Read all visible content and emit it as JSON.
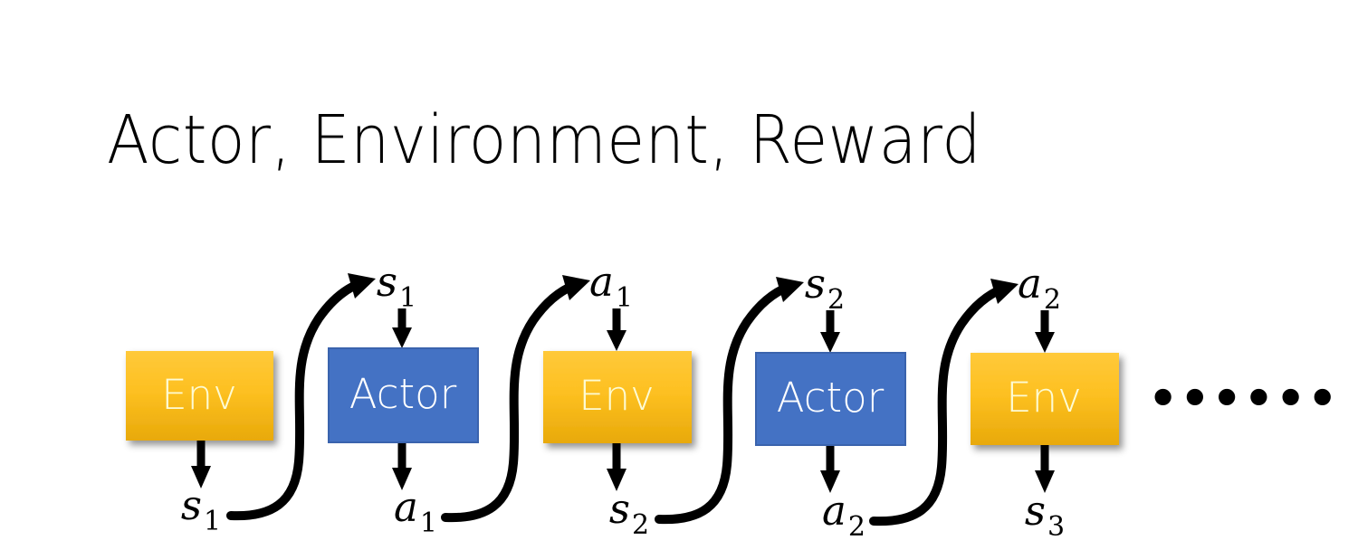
{
  "slide": {
    "title": "Actor, Environment, Reward",
    "background": "#ffffff"
  },
  "colors": {
    "env_fill_top": "#ffc726",
    "env_fill_bottom": "#e8a800",
    "env_text": "#fdfbd4",
    "actor_fill": "#4472c4",
    "actor_border": "#3a63ad",
    "actor_text": "#ffffff",
    "arrow": "#000000"
  },
  "diagram": {
    "nodes": [
      {
        "id": "env-1",
        "label": "Env",
        "kind": "env"
      },
      {
        "id": "actor-1",
        "label": "Actor",
        "kind": "actor"
      },
      {
        "id": "env-2",
        "label": "Env",
        "kind": "env"
      },
      {
        "id": "actor-2",
        "label": "Actor",
        "kind": "actor"
      },
      {
        "id": "env-3",
        "label": "Env",
        "kind": "env"
      }
    ],
    "top_labels": [
      {
        "id": "top-s1",
        "base": "s",
        "sub": "1"
      },
      {
        "id": "top-a1",
        "base": "a",
        "sub": "1"
      },
      {
        "id": "top-s2",
        "base": "s",
        "sub": "2"
      },
      {
        "id": "top-a2",
        "base": "a",
        "sub": "2"
      }
    ],
    "bottom_labels": [
      {
        "id": "bot-s1",
        "base": "s",
        "sub": "1"
      },
      {
        "id": "bot-a1",
        "base": "a",
        "sub": "1"
      },
      {
        "id": "bot-s2",
        "base": "s",
        "sub": "2"
      },
      {
        "id": "bot-a2",
        "base": "a",
        "sub": "2"
      },
      {
        "id": "bot-s3",
        "base": "s",
        "sub": "3"
      }
    ],
    "continuation": "••••••"
  }
}
